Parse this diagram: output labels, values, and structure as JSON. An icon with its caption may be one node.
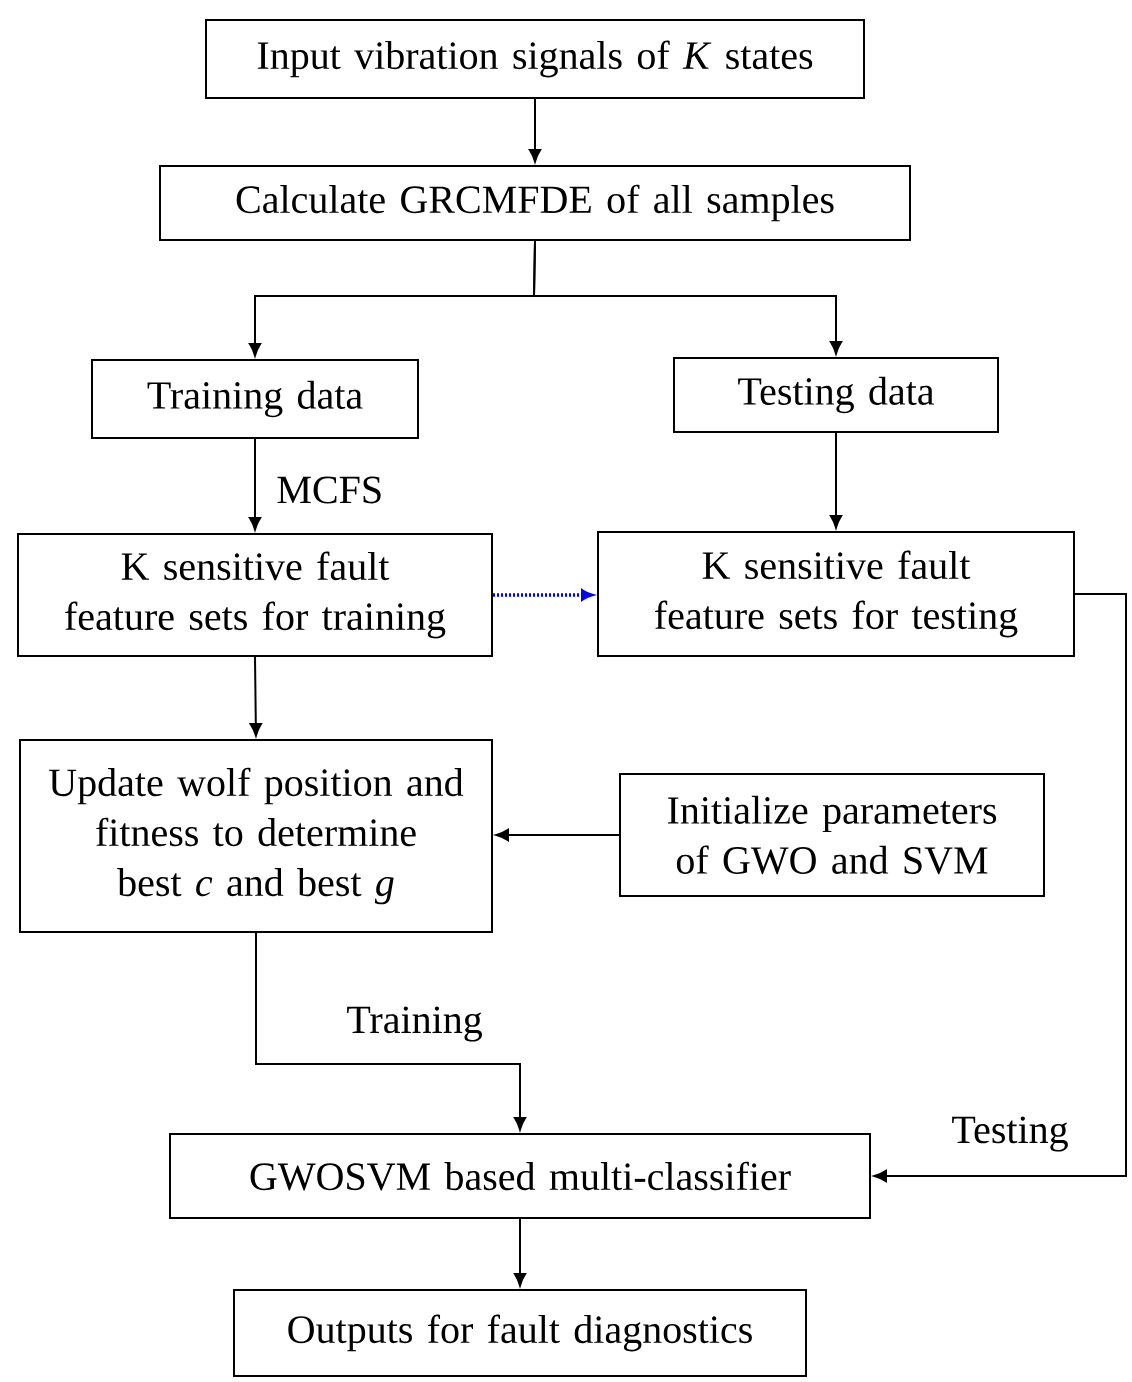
{
  "diagram": {
    "nodes": [
      {
        "text": [
          "Input vibration signals of *K* states"
        ]
      },
      {
        "text": [
          "Calculate GRCMFDE of all samples"
        ]
      },
      {
        "text": [
          "Training data"
        ]
      },
      {
        "text": [
          "Testing data"
        ]
      },
      {
        "text": [
          "K sensitive fault feature sets for training"
        ]
      },
      {
        "text": [
          "K sensitive fault feature sets for testing"
        ]
      },
      {
        "text": [
          "Update wolf position and fitness to determine best *c* and best *g*"
        ]
      },
      {
        "text": [
          "Initialize parameters of GWO and SVM"
        ]
      },
      {
        "text": [
          "GWOSVM based multi-classifier"
        ]
      },
      {
        "text": [
          "Outputs for fault diagnostics"
        ]
      }
    ],
    "edges": [
      {
        "from": 0,
        "to": 1,
        "arrow": "to"
      },
      {
        "from": 1,
        "to": 2,
        "arrow": "to"
      },
      {
        "from": 1,
        "to": 3,
        "arrow": "to"
      },
      {
        "from": 2,
        "to": 4,
        "arrow": "to",
        "label": "MCFS"
      },
      {
        "from": 3,
        "to": 5,
        "arrow": "to"
      },
      {
        "from": 4,
        "to": 5,
        "arrow": "to",
        "style": "dashed",
        "color": "#0000ff"
      },
      {
        "from": 4,
        "to": 6,
        "arrow": "to"
      },
      {
        "from": 7,
        "to": 6,
        "arrow": "to"
      },
      {
        "from": 6,
        "to": 8,
        "arrow": "to",
        "label": "Training"
      },
      {
        "from": 5,
        "to": 8,
        "arrow": "to",
        "label": "Testing"
      },
      {
        "from": 8,
        "to": 9,
        "arrow": "to"
      }
    ]
  }
}
